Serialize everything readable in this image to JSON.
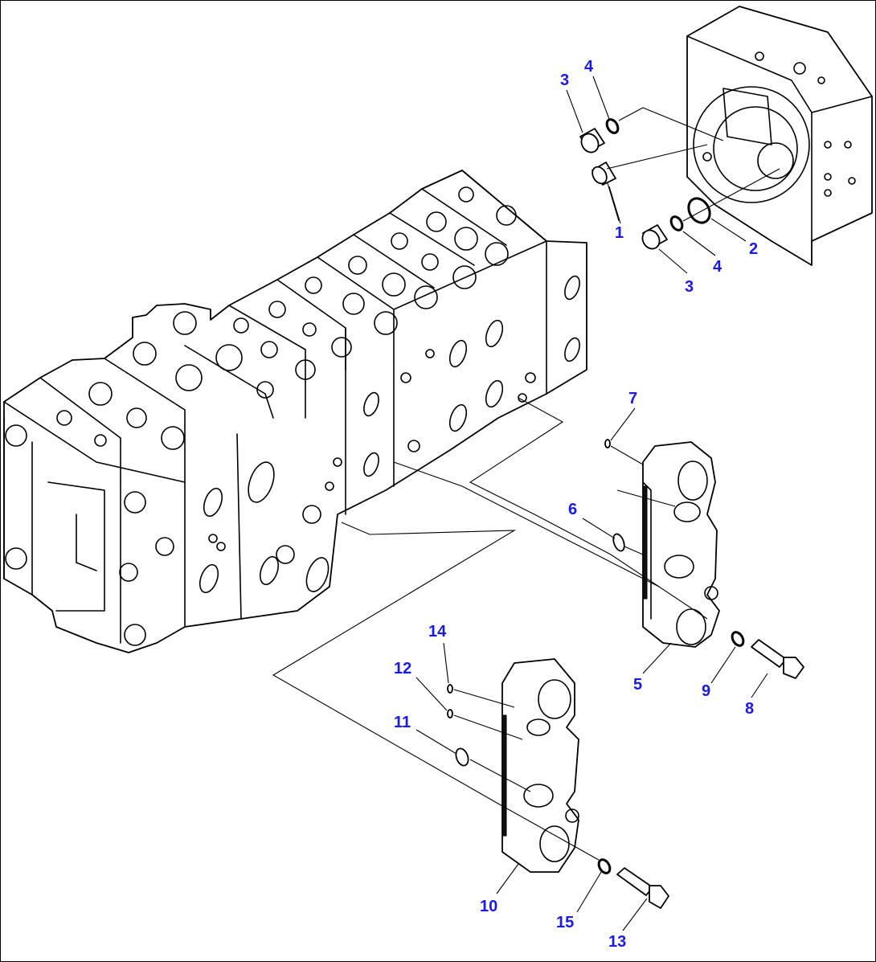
{
  "diagram": {
    "callouts": [
      {
        "id": "c1",
        "text": "1"
      },
      {
        "id": "c2",
        "text": "2"
      },
      {
        "id": "c3a",
        "text": "3"
      },
      {
        "id": "c3b",
        "text": "3"
      },
      {
        "id": "c4a",
        "text": "4"
      },
      {
        "id": "c4b",
        "text": "4"
      },
      {
        "id": "c5",
        "text": "5"
      },
      {
        "id": "c6",
        "text": "6"
      },
      {
        "id": "c7",
        "text": "7"
      },
      {
        "id": "c8",
        "text": "8"
      },
      {
        "id": "c9",
        "text": "9"
      },
      {
        "id": "c10",
        "text": "10"
      },
      {
        "id": "c11",
        "text": "11"
      },
      {
        "id": "c12",
        "text": "12"
      },
      {
        "id": "c13",
        "text": "13"
      },
      {
        "id": "c14",
        "text": "14"
      },
      {
        "id": "c15",
        "text": "15"
      }
    ],
    "callout_color": "#1a1ae6",
    "line_color": "#000000"
  }
}
